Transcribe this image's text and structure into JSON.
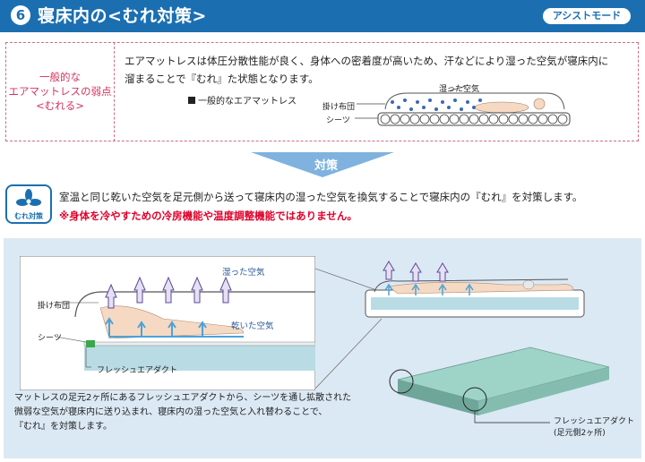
{
  "header": {
    "number": "6",
    "title": "寝床内の<むれ対策>",
    "mode_badge": "アシストモード"
  },
  "weakness": {
    "label_line1": "一般的な",
    "label_line2": "エアマットレスの弱点",
    "label_line3": "<むれる>",
    "text_line1": "エアマットレスは体圧分散性能が良く、身体への密着度が高いため、汗などにより湿った空気が寝床内に",
    "text_line2": "溜まることで『むれ』た状態となります。",
    "legend": "一般的なエアマットレス",
    "label_humid": "湿った空気",
    "label_futon": "掛け布団",
    "label_sheet": "シーツ"
  },
  "arrow": {
    "label": "対策"
  },
  "countermeasure": {
    "icon_label": "むれ対策",
    "text": "室温と同じ乾いた空気を足元側から送って寝床内の湿った空気を換気することで寝床内の『むれ』を対策します。",
    "note": "※身体を冷やすための冷房機能や温度調整機能ではありません。"
  },
  "diagram": {
    "label_humid": "湿った空気",
    "label_dry": "乾いた空気",
    "label_futon": "掛け布団",
    "label_sheet": "シーツ",
    "label_duct": "フレッシュエアダクト",
    "duct_callout_line1": "フレッシュエアダクト",
    "duct_callout_line2": "(足元側2ヶ所)"
  },
  "description": {
    "line1": "マットレスの足元2ヶ所にあるフレッシュエアダクトから、シーツを通し拡散された",
    "line2": "微弱な空気が寝床内に送り込まれ、寝床内の湿った空気と入れ替わることで、",
    "line3": "『むれ』を対策します。"
  }
}
